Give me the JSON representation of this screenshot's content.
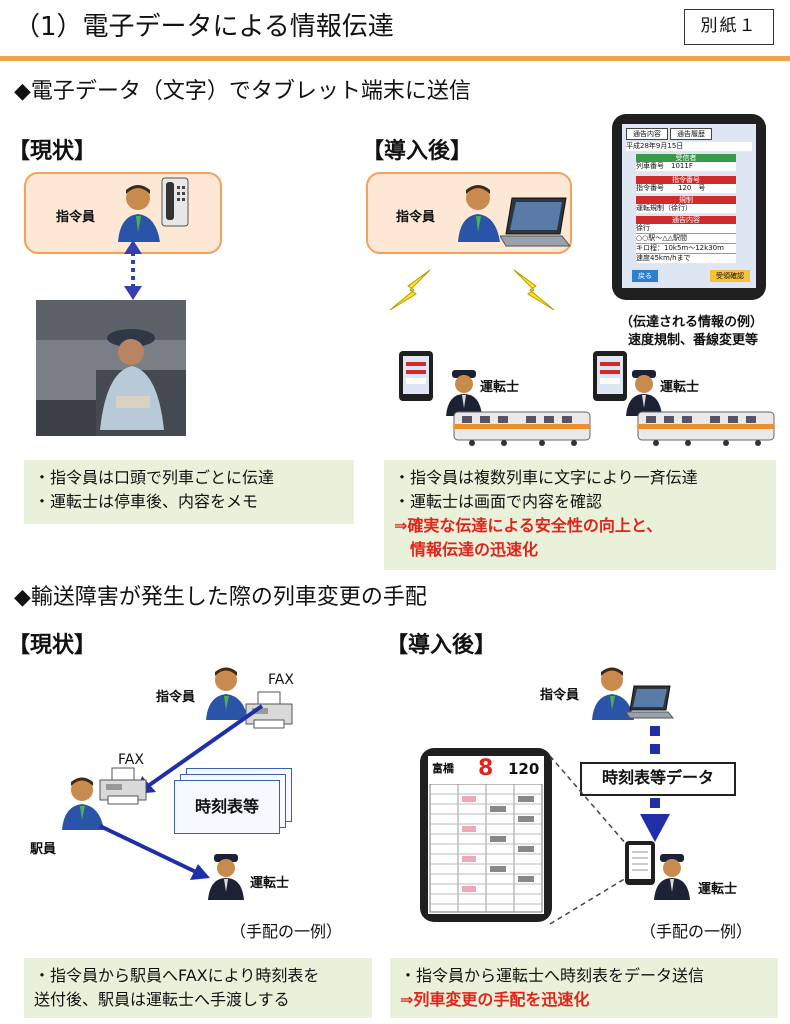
{
  "header": {
    "title": "（1）電子データによる情報伝達",
    "annex": "別紙１"
  },
  "section1": {
    "heading": "◆電子データ（文字）でタブレット端末に送信",
    "before_label": "【現状】",
    "after_label": "【導入後】",
    "dispatcher": "指令員",
    "driver": "運転士",
    "tablet": {
      "tab1": "通告内容",
      "tab2": "通告履歴",
      "date": "平成28年9月15日",
      "receiver_title": "受信者",
      "receiver": "列車番号　1011F",
      "number_change_title": "指令番号",
      "number_change": "指令番号　　120　号",
      "reg_title": "規制",
      "reg": "運転規制（徐行）",
      "content_title": "通告内容",
      "content_lines": [
        "徐行",
        "○○駅～△△駅間",
        "キロ程：10k5m～12k30m",
        "速度45km/hまで"
      ],
      "btn_back": "戻る",
      "btn_confirm": "受領確認"
    },
    "example_caption_1": "（伝達される情報の例）",
    "example_caption_2": "速度規制、番線変更等",
    "note_before": [
      "・指令員は口頭で列車ごとに伝達",
      "・運転士は停車後、内容をメモ"
    ],
    "note_after": [
      "・指令員は複数列車に文字により一斉伝達",
      "・運転士は画面で内容を確認"
    ],
    "note_after_red": [
      "⇒確実な伝達による安全性の向上と、",
      "　情報伝達の迅速化"
    ]
  },
  "section2": {
    "heading": "◆輸送障害が発生した際の列車変更の手配",
    "before_label": "【現状】",
    "after_label": "【導入後】",
    "dispatcher": "指令員",
    "station_staff": "駅員",
    "driver": "運転士",
    "fax1": "FAX",
    "fax2": "FAX",
    "timetable": "時刻表等",
    "data_tag": "時刻表等データ",
    "timetable_tablet": {
      "station": "富橋",
      "num": "8",
      "train": "120"
    },
    "example1": "（手配の一例）",
    "example2": "（手配の一例）",
    "note_before": [
      "・指令員から駅員へFAXにより時刻表を",
      "送付後、駅員は運転士へ手渡しする"
    ],
    "note_after": [
      "・指令員から運転士へ時刻表をデータ送信"
    ],
    "note_after_red": [
      "⇒列車変更の手配を迅速化"
    ]
  },
  "colors": {
    "orange": "#f0a34a",
    "panel": "#fde8d6",
    "note": "#eaf1da",
    "red": "#e2231a",
    "arrow_blue": "#1f2fa8"
  }
}
